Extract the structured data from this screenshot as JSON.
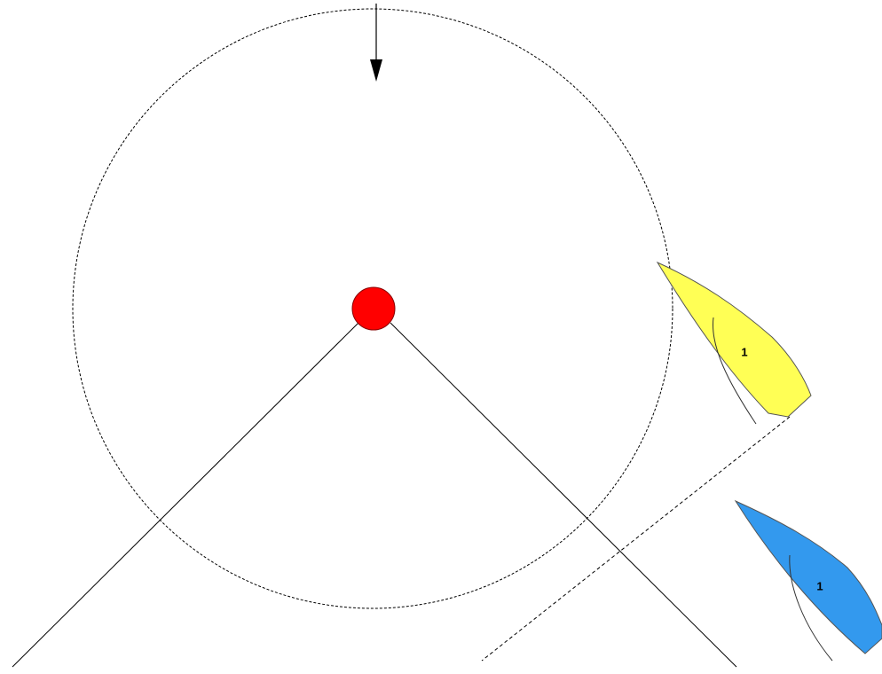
{
  "diagram": {
    "background": "#ffffff",
    "wind_arrow_icon": "down-arrow-icon",
    "mark": {
      "icon": "round-mark",
      "color": "#ff0000"
    },
    "zone_circle": {
      "style": "dashed"
    },
    "boats": [
      {
        "label": "1",
        "hull_color": "#ffff55",
        "icon": "sailboat-hull"
      },
      {
        "label": "1",
        "hull_color": "#3399ee",
        "icon": "sailboat-hull"
      }
    ]
  }
}
